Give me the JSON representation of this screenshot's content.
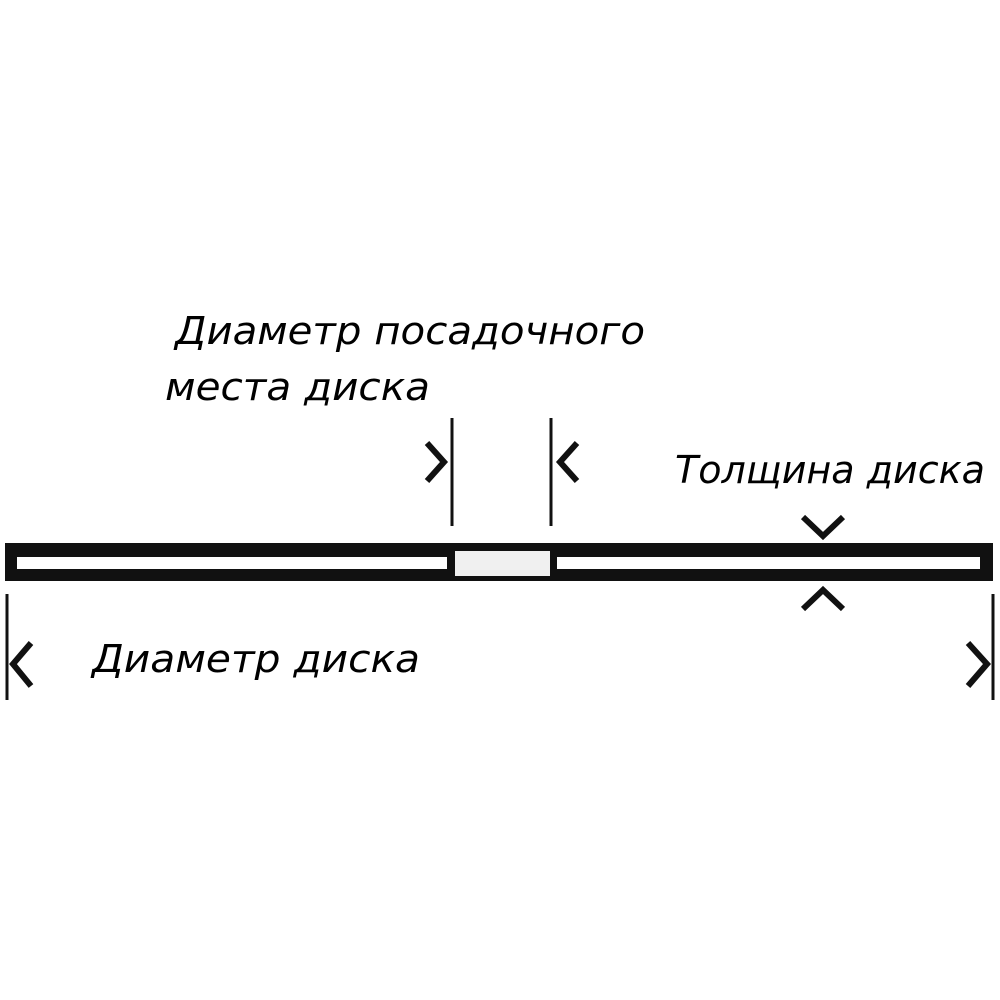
{
  "labels": {
    "bore_diameter_line1": "Диаметр посадочного",
    "bore_diameter_line2": "места диска",
    "thickness": "Толщина диска",
    "disc_diameter": "Диаметр диска"
  },
  "colors": {
    "line": "#111111",
    "hub_fill": "#f0f0f0",
    "background": "#ffffff"
  }
}
